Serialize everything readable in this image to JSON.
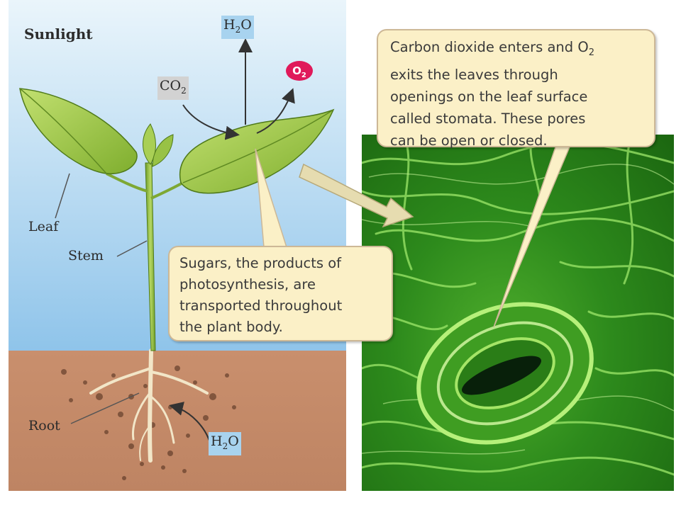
{
  "labels": {
    "sunlight": "Sunlight",
    "leaf": "Leaf",
    "stem": "Stem",
    "root": "Root"
  },
  "chemicals": {
    "water_top": {
      "main": "H",
      "sub": "2",
      "rest": "O"
    },
    "carbon_dioxide": {
      "main": "CO",
      "sub": "2",
      "rest": ""
    },
    "oxygen": {
      "main": "O",
      "sub": "2"
    },
    "water_bottom": {
      "main": "H",
      "sub": "2",
      "rest": "O"
    }
  },
  "callouts": {
    "stomata": {
      "line1": "Carbon dioxide enters and O",
      "line1_sub": "2",
      "line2": "exits the leaves through",
      "line3": "openings on the leaf surface",
      "line4": "called stomata. These pores",
      "line5": "can be open or closed."
    },
    "sugar": {
      "line1": "Sugars, the products of",
      "line2": "photosynthesis, are",
      "line3": "transported throughout",
      "line4": "the plant body."
    }
  },
  "colors": {
    "sky": "#a8d3ef",
    "soil": "#c48a68",
    "leaf": "#9fc740",
    "stoma_green": "#2d8a1c",
    "oxygen_red": "#e0195a",
    "callout_bg": "#fbf0c7"
  }
}
